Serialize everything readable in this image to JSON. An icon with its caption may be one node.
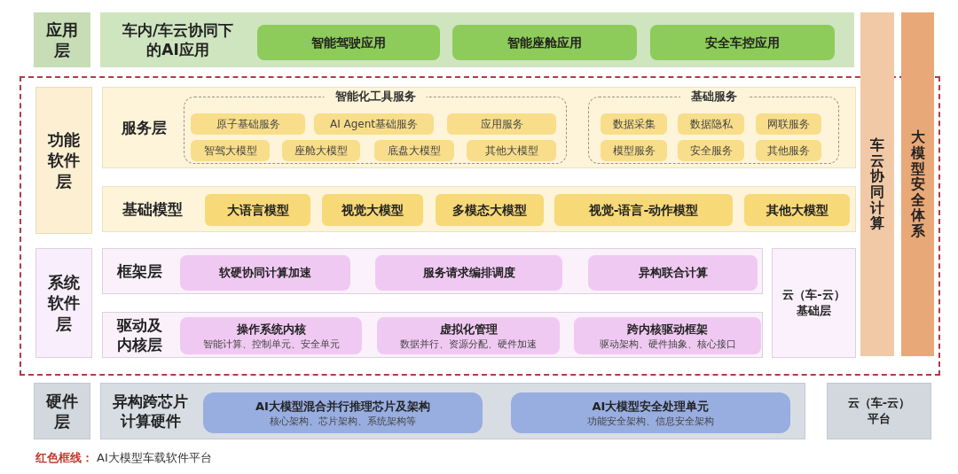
{
  "diagram": {
    "nodes": [
      {
        "text": [
          "应用层"
        ]
      },
      {
        "text": [
          "车内/车云协同下的AI应用"
        ]
      },
      {
        "text": [
          "智能驾驶应用"
        ],
        "in": 1
      },
      {
        "text": [
          "智能座舱应用"
        ],
        "in": 1
      },
      {
        "text": [
          "安全车控应用"
        ],
        "in": 1
      },
      {
        "text": [],
        "shape": "box"
      },
      {
        "text": [
          "功能软件层"
        ],
        "in": 5
      },
      {
        "text": [
          "服务层"
        ],
        "in": 5
      },
      {
        "text": [
          "智能化工具服务"
        ],
        "in": 7
      },
      {
        "text": [
          "原子基础服务"
        ],
        "in": 8
      },
      {
        "text": [
          "AI Agent基础服务"
        ],
        "in": 8
      },
      {
        "text": [
          "应用服务"
        ],
        "in": 8
      },
      {
        "text": [
          "智驾大模型"
        ],
        "in": 8
      },
      {
        "text": [
          "座舱大模型"
        ],
        "in": 8
      },
      {
        "text": [
          "底盘大模型"
        ],
        "in": 8
      },
      {
        "text": [
          "其他大模型"
        ],
        "in": 8
      },
      {
        "text": [
          "基础服务"
        ],
        "in": 7
      },
      {
        "text": [
          "数据采集"
        ],
        "in": 16
      },
      {
        "text": [
          "数据隐私"
        ],
        "in": 16
      },
      {
        "text": [
          "网联服务"
        ],
        "in": 16
      },
      {
        "text": [
          "模型服务"
        ],
        "in": 16
      },
      {
        "text": [
          "安全服务"
        ],
        "in": 16
      },
      {
        "text": [
          "其他服务"
        ],
        "in": 16
      },
      {
        "text": [
          "基础模型"
        ],
        "in": 5
      },
      {
        "text": [
          "大语言模型"
        ],
        "in": 23
      },
      {
        "text": [
          "视觉大模型"
        ],
        "in": 23
      },
      {
        "text": [
          "多模态大模型"
        ],
        "in": 23
      },
      {
        "text": [
          "视觉-语言-动作模型"
        ],
        "in": 23
      },
      {
        "text": [
          "其他大模型"
        ],
        "in": 23
      },
      {
        "text": [
          "系统软件层"
        ],
        "in": 5
      },
      {
        "text": [
          "框架层"
        ],
        "in": 5
      },
      {
        "text": [
          "软硬协同计算加速"
        ],
        "in": 30
      },
      {
        "text": [
          "服务请求编排调度"
        ],
        "in": 30
      },
      {
        "text": [
          "异构联合计算"
        ],
        "in": 30
      },
      {
        "text": [
          "驱动及内核层"
        ],
        "in": 5
      },
      {
        "text": [
          "操作系统内核",
          "智能计算、控制单元、安全单元"
        ],
        "in": 34
      },
      {
        "text": [
          "虚拟化管理",
          "数据并行、资源分配、硬件加速"
        ],
        "in": 34
      },
      {
        "text": [
          "跨内核驱动框架",
          "驱动架构、硬件抽象、核心接口"
        ],
        "in": 34
      },
      {
        "text": [
          "云（车-云）基础层"
        ],
        "in": 5
      },
      {
        "text": [
          "车云协同计算"
        ]
      },
      {
        "text": [
          "大模型安全体系"
        ]
      },
      {
        "text": [
          "硬件层"
        ]
      },
      {
        "text": [
          "异构跨芯片计算硬件"
        ]
      },
      {
        "text": [
          "AI大模型混合并行推理芯片及架构",
          "核心架构、芯片架构、系统架构等"
        ],
        "in": 42
      },
      {
        "text": [
          "AI大模型安全处理单元",
          "功能安全架构、信息安全架构"
        ],
        "in": 42
      },
      {
        "text": [
          "云（车-云）平台"
        ]
      }
    ],
    "edges": [],
    "labels": [
      "红色框线：",
      "AI大模型车载软件平台"
    ]
  }
}
